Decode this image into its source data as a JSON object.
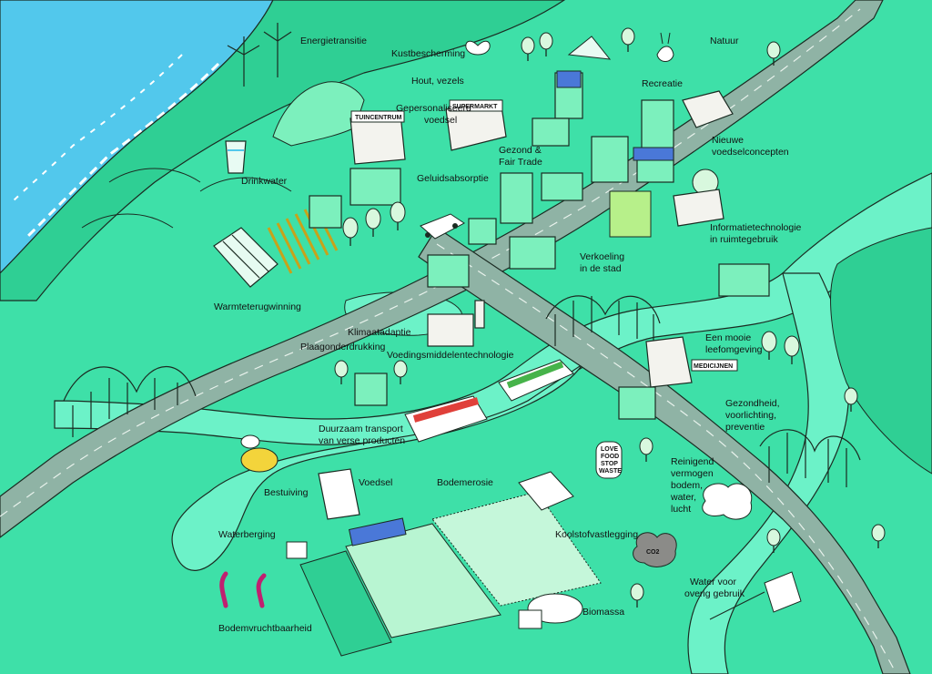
{
  "labels": {
    "energietransitie": "Energietransitie",
    "kustbescherming": "Kustbescherming",
    "natuur": "Natuur",
    "hout_vezels": "Hout, vezels",
    "recreatie": "Recreatie",
    "gepersonaliseerd_voedsel_1": "Gepersonaliseerd",
    "gepersonaliseerd_voedsel_2": "voedsel",
    "drinkwater": "Drinkwater",
    "gezond_fair_1": "Gezond &",
    "gezond_fair_2": "Fair Trade",
    "nieuwe_voedselconcepten_1": "Nieuwe",
    "nieuwe_voedselconcepten_2": "voedselconcepten",
    "geluidsabsorptie": "Geluidsabsorptie",
    "informatietechnologie_1": "Informatietechnologie",
    "informatietechnologie_2": "in ruimtegebruik",
    "verkoeling_1": "Verkoeling",
    "verkoeling_2": "in de stad",
    "warmteterugwinning": "Warmteterugwinning",
    "klimaatadaptie": "Klimaatadaptie",
    "plaagonderdrukking": "Plaagonderdrukking",
    "voedingsmiddelentechnologie": "Voedingsmiddelentechnologie",
    "leefomgeving_1": "Een mooie",
    "leefomgeving_2": "leefomgeving",
    "gezondheid_1": "Gezondheid,",
    "gezondheid_2": "voorlichting,",
    "gezondheid_3": "preventie",
    "transport_1": "Duurzaam transport",
    "transport_2": "van verse producten",
    "reinigend_1": "Reinigend",
    "reinigend_2": "vermogen",
    "reinigend_3": "bodem,",
    "reinigend_4": "water,",
    "reinigend_5": "lucht",
    "bestuiving": "Bestuiving",
    "voedsel": "Voedsel",
    "bodemerosie": "Bodemerosie",
    "waterberging": "Waterberging",
    "koolstofvastlegging": "Koolstofvastlegging",
    "water_overig_1": "Water voor",
    "water_overig_2": "overig gebruik",
    "biomassa": "Biomassa",
    "bodemvruchtbaarheid": "Bodemvruchtbaarheid"
  },
  "signs": {
    "tuincentrum": "TUINCENTRUM",
    "supermarkt": "SUPERMARKT",
    "medicijnen": "MEDICIJNEN",
    "love_food_1": "LOVE",
    "love_food_2": "FOOD",
    "love_food_3": "STOP",
    "love_food_4": "WASTE",
    "co2": "CO2"
  },
  "colors": {
    "land": "#3ee0a8",
    "land_dark": "#2fcf94",
    "water": "#6cf2c8",
    "road": "#8fb3a5",
    "sea": "#52c8ec",
    "ink": "#1b2b22"
  }
}
